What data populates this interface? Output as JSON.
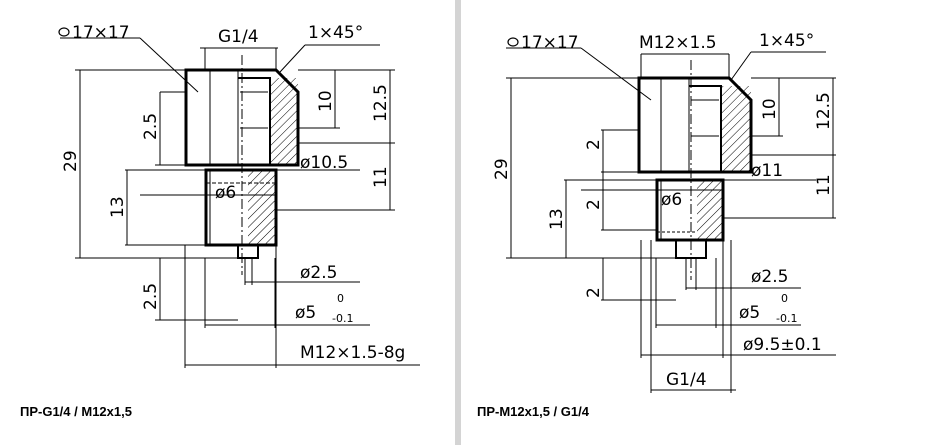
{
  "left": {
    "caption": "ПР-G1/4 / M12x1,5",
    "labels": {
      "hex": "17×17",
      "thread_top": "G1/4",
      "chamfer": "1×45°",
      "d_inner": "ø10.5",
      "d_bore": "ø6",
      "d_hole": "ø2.5",
      "d_tip": "ø5",
      "tol_upper": "0",
      "tol_lower": "-0.1",
      "thread_bottom": "M12×1.5-8g",
      "len_total": "29",
      "len_top": "12.5",
      "len_thread": "10",
      "len_lower": "11",
      "len_13": "13",
      "len_25a": "2.5",
      "len_25b": "2.5"
    }
  },
  "right": {
    "caption": "ПР-M12x1,5 / G1/4",
    "labels": {
      "hex": "17×17",
      "thread_top": "M12×1.5",
      "chamfer": "1×45°",
      "d_inner": "ø11",
      "d_bore": "ø6",
      "d_hole": "ø2.5",
      "d_tip": "ø5",
      "tol_upper": "0",
      "tol_lower": "-0.1",
      "d_outer": "ø9.5±0.1",
      "thread_bottom": "G1/4",
      "len_total": "29",
      "len_top": "12.5",
      "len_thread": "10",
      "len_lower": "11",
      "len_13": "13",
      "len_2a": "2",
      "len_2b": "2",
      "len_2c": "2"
    }
  },
  "colors": {
    "line": "#000000",
    "divider": "#d4d4d4",
    "background": "#ffffff"
  }
}
